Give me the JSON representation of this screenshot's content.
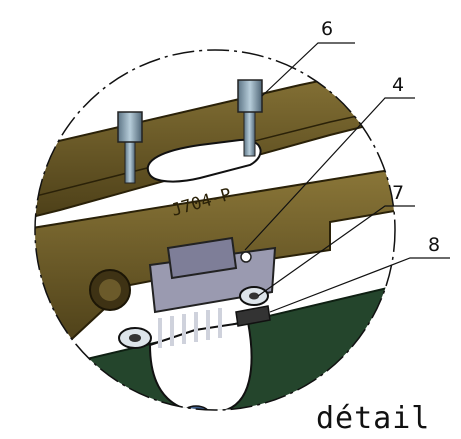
{
  "callouts": [
    {
      "id": "6",
      "label": "6"
    },
    {
      "id": "4",
      "label": "4"
    },
    {
      "id": "7",
      "label": "7"
    },
    {
      "id": "8",
      "label": "8"
    }
  ],
  "part_marking": "J704-P",
  "caption": "détail",
  "colors": {
    "frame": "#6b5a2a",
    "frame_dark": "#3e3214",
    "board": "#24452c",
    "screw": "#8aa6b8",
    "connector": "#8e8ea6",
    "outline": "#111111"
  }
}
